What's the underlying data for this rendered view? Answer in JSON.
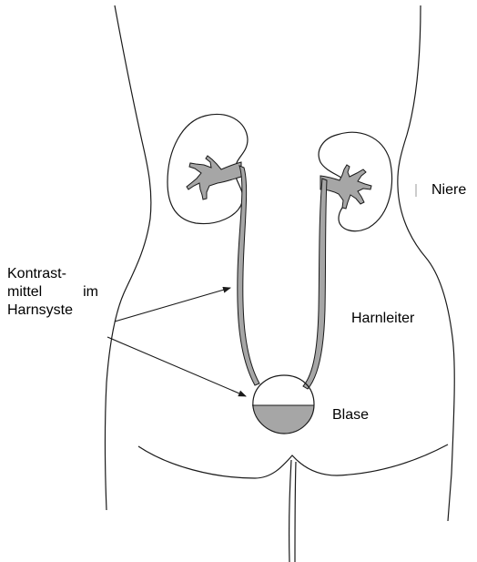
{
  "labels": {
    "niere": "Niere",
    "harnleiter": "Harnleiter",
    "blase": "Blase"
  },
  "callout": {
    "line1": "Kontrast-",
    "line2_word1": "mittel",
    "line2_word2": "im",
    "line3": "Harnsyste"
  },
  "colors": {
    "outline": "#1a1a1a",
    "contrast_fill": "#a6a6a6",
    "background": "#ffffff"
  }
}
